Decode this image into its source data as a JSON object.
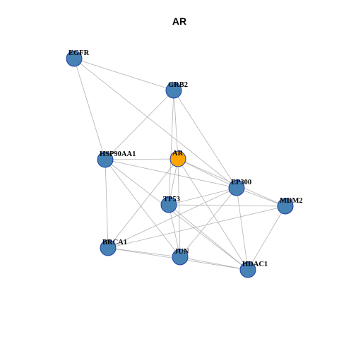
{
  "title": "AR",
  "colors": {
    "node_default": "#4682b4",
    "node_highlight": "#ffa500",
    "node_border": "#1f3fa8",
    "edge": "#b3b3b3"
  },
  "nodes": [
    {
      "id": "EGFR",
      "label": "EGFR",
      "highlight": false
    },
    {
      "id": "GRB2",
      "label": "GRB2",
      "highlight": false
    },
    {
      "id": "HSP90AA1",
      "label": "HSP90AA1",
      "highlight": false
    },
    {
      "id": "AR",
      "label": "AR",
      "highlight": true
    },
    {
      "id": "EP300",
      "label": "EP300",
      "highlight": false
    },
    {
      "id": "MDM2",
      "label": "MDM2",
      "highlight": false
    },
    {
      "id": "TP53",
      "label": "TP53",
      "highlight": false
    },
    {
      "id": "BRCA1",
      "label": "BRCA1",
      "highlight": false
    },
    {
      "id": "JUN",
      "label": "JUN",
      "highlight": false
    },
    {
      "id": "HDAC1",
      "label": "HDAC1",
      "highlight": false
    }
  ],
  "edges": [
    [
      "EGFR",
      "GRB2"
    ],
    [
      "EGFR",
      "HSP90AA1"
    ],
    [
      "EGFR",
      "EP300"
    ],
    [
      "GRB2",
      "HSP90AA1"
    ],
    [
      "GRB2",
      "AR"
    ],
    [
      "GRB2",
      "EP300"
    ],
    [
      "GRB2",
      "TP53"
    ],
    [
      "HSP90AA1",
      "AR"
    ],
    [
      "HSP90AA1",
      "EP300"
    ],
    [
      "HSP90AA1",
      "BRCA1"
    ],
    [
      "HSP90AA1",
      "JUN"
    ],
    [
      "HSP90AA1",
      "HDAC1"
    ],
    [
      "AR",
      "EP300"
    ],
    [
      "AR",
      "MDM2"
    ],
    [
      "AR",
      "TP53"
    ],
    [
      "AR",
      "BRCA1"
    ],
    [
      "AR",
      "JUN"
    ],
    [
      "AR",
      "HDAC1"
    ],
    [
      "EP300",
      "MDM2"
    ],
    [
      "EP300",
      "TP53"
    ],
    [
      "EP300",
      "BRCA1"
    ],
    [
      "EP300",
      "JUN"
    ],
    [
      "EP300",
      "HDAC1"
    ],
    [
      "MDM2",
      "TP53"
    ],
    [
      "MDM2",
      "BRCA1"
    ],
    [
      "MDM2",
      "HDAC1"
    ],
    [
      "TP53",
      "JUN"
    ],
    [
      "TP53",
      "HDAC1"
    ],
    [
      "BRCA1",
      "JUN"
    ],
    [
      "BRCA1",
      "HDAC1"
    ],
    [
      "JUN",
      "HDAC1"
    ]
  ]
}
